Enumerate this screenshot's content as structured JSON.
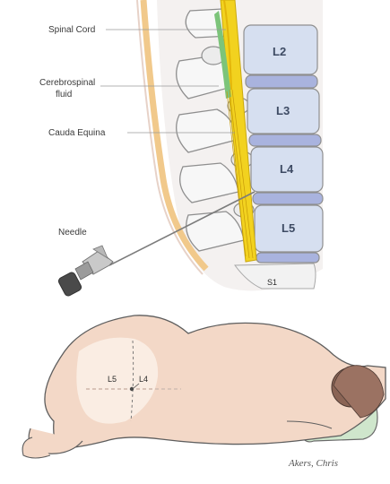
{
  "labels": {
    "spinal_cord": "Spinal Cord",
    "csf_line1": "Cerebrospinal",
    "csf_line2": "fluid",
    "cauda_equina": "Cauda Equina",
    "needle": "Needle",
    "s1": "S1"
  },
  "vertebrae": [
    "L2",
    "L3",
    "L4",
    "L5"
  ],
  "back_labels": {
    "l5": "L5",
    "l4": "L4"
  },
  "credit": "Akers, Chris",
  "colors": {
    "vertebra_body": "#d6dff0",
    "disc": "#a9b3de",
    "canal": "#f2d21f",
    "csf": "#7cc47a",
    "skin": "#f3d8c7",
    "pillow": "#cfe6cc",
    "hair": "#8a6455"
  }
}
